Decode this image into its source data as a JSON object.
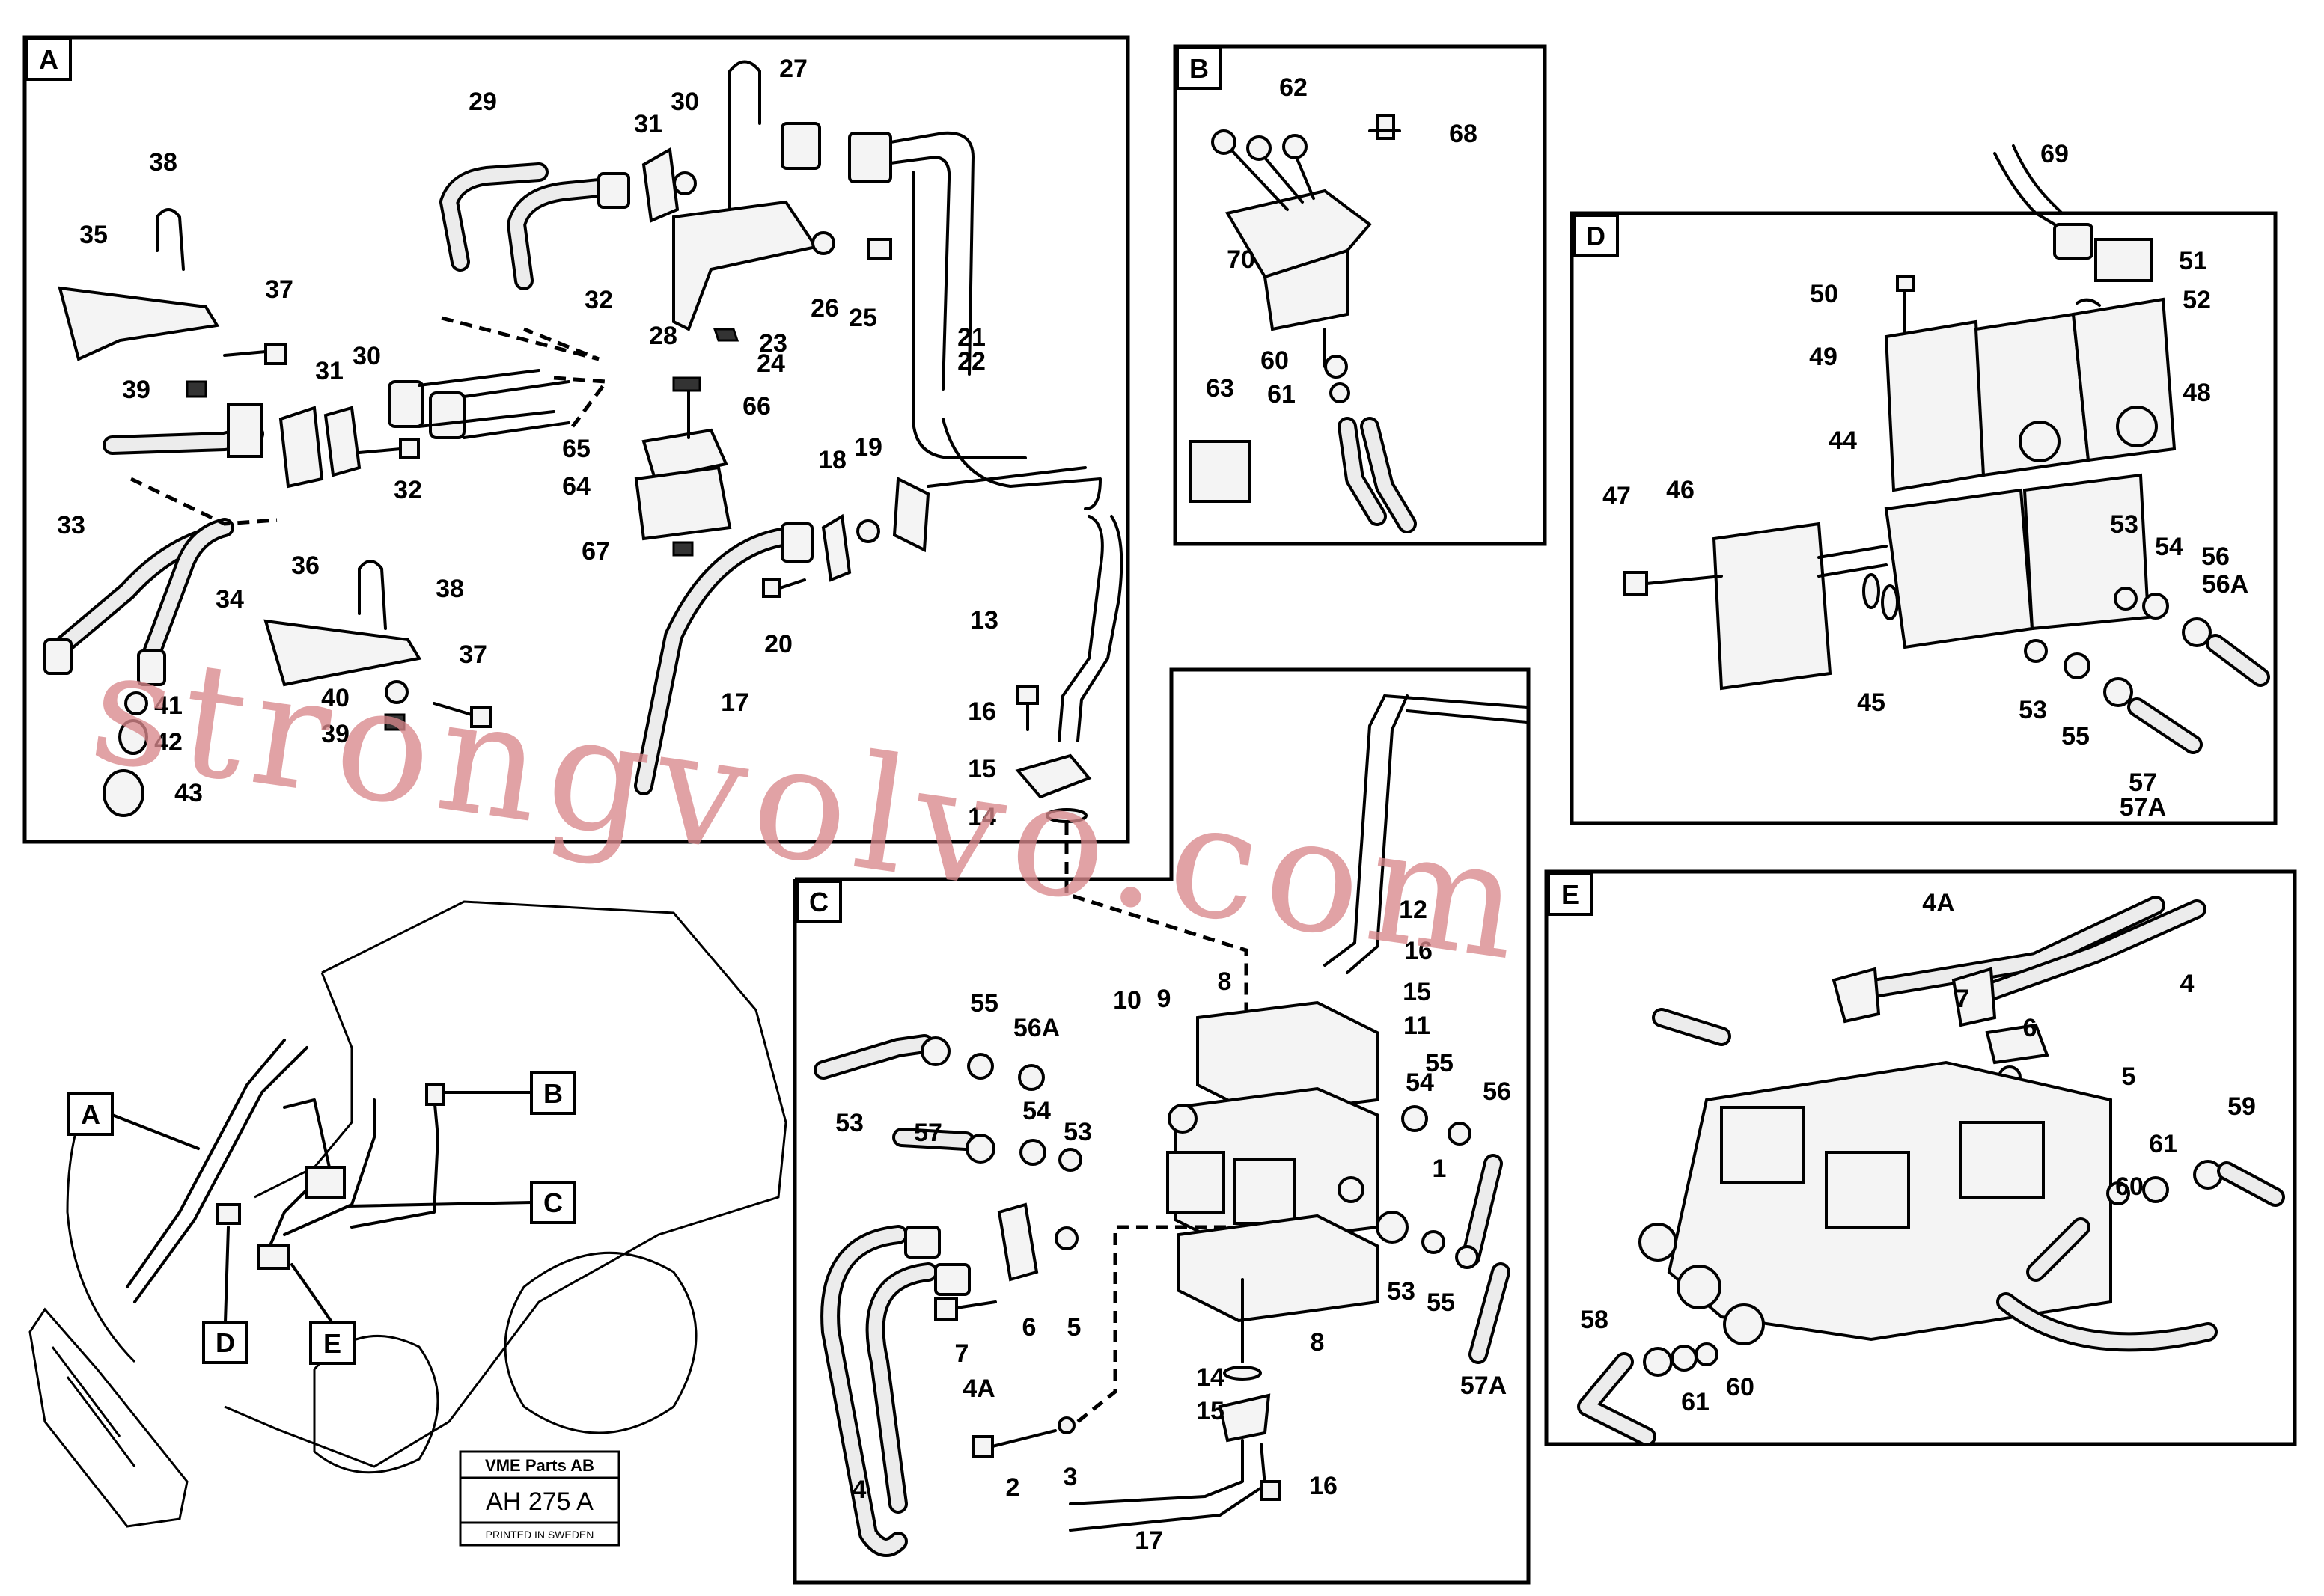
{
  "sections": [
    "A",
    "B",
    "C",
    "D",
    "E"
  ],
  "overview_callouts": [
    "A",
    "B",
    "C",
    "D",
    "E"
  ],
  "stamp": {
    "company": "VME Parts AB",
    "code": "AH 275 A",
    "printed": "PRINTED IN SWEDEN"
  },
  "watermark": "strongvolvo.com",
  "part_labels": {
    "A": [
      "27",
      "29",
      "31",
      "30",
      "38",
      "35",
      "37",
      "39",
      "32",
      "26",
      "25",
      "28",
      "23",
      "24",
      "21",
      "22",
      "66",
      "65",
      "64",
      "67",
      "18",
      "19",
      "20",
      "13",
      "17",
      "16",
      "15",
      "14",
      "33",
      "34",
      "36",
      "38",
      "37",
      "40",
      "39",
      "41",
      "42",
      "43",
      "31",
      "30",
      "32"
    ],
    "B": [
      "62",
      "68",
      "70",
      "60",
      "61",
      "63"
    ],
    "C": [
      "12",
      "16",
      "15",
      "11",
      "8",
      "9",
      "10",
      "55",
      "53",
      "57",
      "56A",
      "54",
      "53",
      "1",
      "55",
      "56",
      "54",
      "53",
      "55",
      "57A",
      "6",
      "5",
      "7",
      "4A",
      "4",
      "2",
      "3",
      "14",
      "15",
      "17",
      "16",
      "8"
    ],
    "D": [
      "69",
      "51",
      "52",
      "50",
      "49",
      "48",
      "44",
      "47",
      "46",
      "53",
      "54",
      "56",
      "56A",
      "45",
      "53",
      "55",
      "57",
      "57A"
    ],
    "E": [
      "4A",
      "4",
      "7",
      "6",
      "5",
      "59",
      "60",
      "61",
      "58",
      "61",
      "60"
    ]
  }
}
